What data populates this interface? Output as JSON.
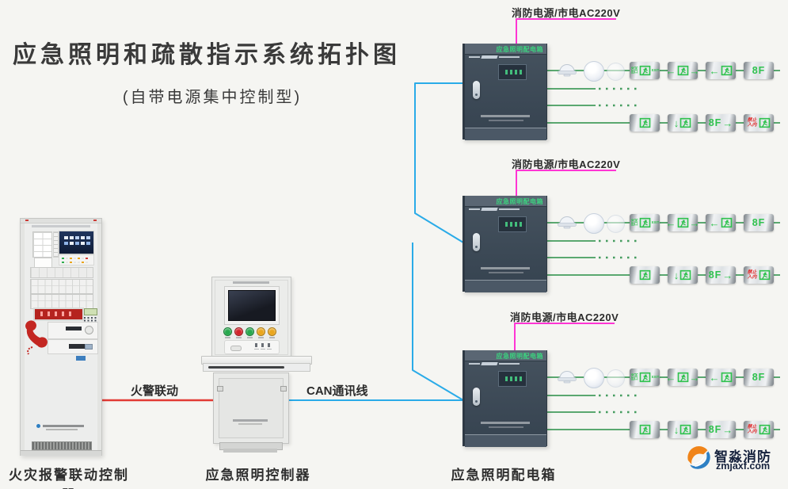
{
  "page": {
    "title": "应急照明和疏散指示系统拓扑图",
    "subtitle": "(自带电源集中控制型)"
  },
  "labels": {
    "power_supply": "消防电源/市电AC220V",
    "fire_linkage": "火警联动",
    "can_bus": "CAN通讯线",
    "fire_alarm_controller": "火灾报警联动控制器",
    "lighting_controller": "应急照明控制器",
    "distribution_box": "应急照明配电箱"
  },
  "distribution_box": {
    "panel_title": "应急照明配电箱"
  },
  "rows": {
    "top": [
      {
        "kind": "dome",
        "name": "ceiling-lamp"
      },
      {
        "kind": "lamp",
        "name": "emergency-downlight"
      },
      {
        "kind": "lamp",
        "dim": true,
        "name": "emergency-downlight-dim"
      },
      {
        "kind": "sign",
        "small_left": "安全出口",
        "man": true,
        "small_right": "EXIT",
        "name": "exit-sign-bilingual"
      },
      {
        "kind": "sign",
        "left": "←",
        "man": true,
        "right": "→",
        "name": "exit-sign-left-right"
      },
      {
        "kind": "sign",
        "left": "←",
        "man": true,
        "name": "exit-sign-left"
      },
      {
        "kind": "sign",
        "text": "8F",
        "name": "floor-sign-8f"
      }
    ],
    "bottom": [
      {
        "kind": "sign",
        "man": true,
        "name": "exit-sign"
      },
      {
        "kind": "sign",
        "left": "↓",
        "man": true,
        "name": "exit-sign-down"
      },
      {
        "kind": "sign",
        "text": "8F",
        "right": "→",
        "name": "floor-sign-8f-right"
      },
      {
        "kind": "sign",
        "stack": [
          "禁止",
          "入内"
        ],
        "man": true,
        "name": "no-entry-sign"
      }
    ]
  },
  "logo": {
    "name": "智淼消防",
    "site": "zmjaxf.com"
  },
  "colors": {
    "accent_pink": "#ff35d4",
    "accent_blue": "#2aabe8",
    "accent_red": "#e23a34",
    "wire_green": "#449c5e",
    "sign_green": "#2fc24e",
    "no_entry_red": "#e02a2a",
    "box_body": "#3e4b58",
    "box_title_green": "#3bd47f",
    "background": "#f5f5f2"
  }
}
